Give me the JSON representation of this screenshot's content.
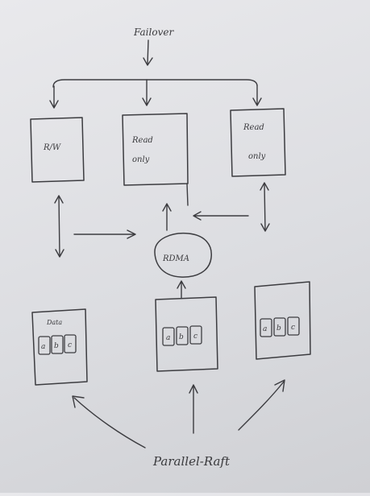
{
  "diagram": {
    "failover_label": "Failover",
    "nodes": {
      "rw": "R/W",
      "read_only_1": [
        "Read",
        "only"
      ],
      "read_only_2": [
        "Read",
        "only"
      ],
      "rdma": "RDMA"
    },
    "stores": [
      {
        "title": "Data",
        "cells": [
          "a",
          "b",
          "c"
        ]
      },
      {
        "title": "",
        "cells": [
          "a",
          "b",
          "c"
        ]
      },
      {
        "title": "",
        "cells": [
          "a",
          "b",
          "c"
        ]
      }
    ],
    "bottom_label": "Parallel-Raft"
  }
}
